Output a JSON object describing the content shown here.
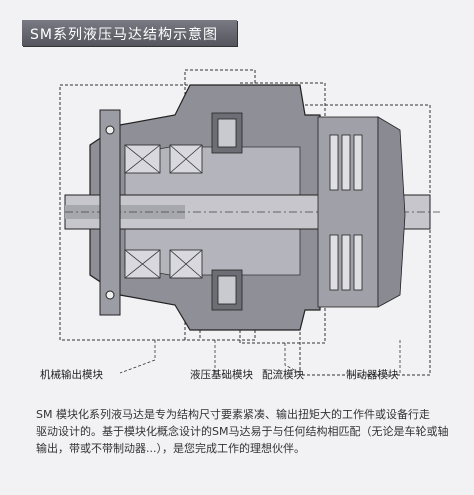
{
  "title": "SM系列液压马达结构示意图",
  "labels": {
    "output_module": "机械输出模块",
    "hydraulic_module": "液压基础模块",
    "flow_module": "配流模块",
    "brake_module": "制动器模块"
  },
  "description": {
    "line1": "SM 模块化系列液马达是专为结构尺寸要素紧凑、输出扭矩大的工作件或设备行走",
    "line2": "驱动设计的。基于模块化概念设计的SM马达易于与任何结构相匹配（无论是车轮或轴",
    "line3": "输出，带或不带制动器...），是您完成工作的理想伙伴。"
  }
}
